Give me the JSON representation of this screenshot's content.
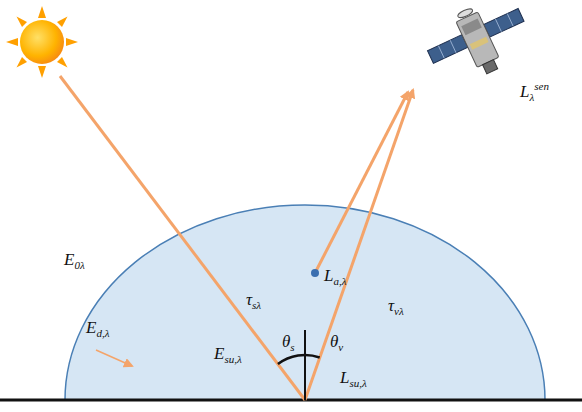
{
  "diagram": {
    "labels": [
      "Lλsen",
      "E0λ",
      "La,λ",
      "τsλ",
      "τvλ",
      "Ed,λ",
      "Esu,λ",
      "θs",
      "θv",
      "Lsu,λ"
    ]
  }
}
